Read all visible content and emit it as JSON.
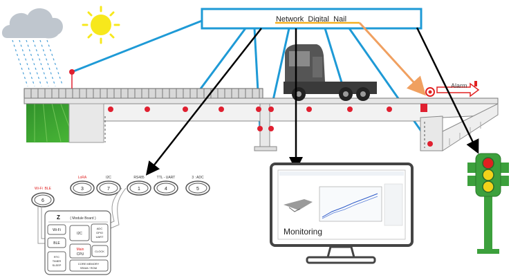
{
  "title": "Network  Digital  Nail",
  "alarm_label": "Alarm",
  "monitor_label": "Monitoring",
  "module_board": {
    "title": "( Module Board )",
    "z_glyph": "Z",
    "blocks": {
      "wifi": "Wi-Fi",
      "ble": "BLE",
      "rtc": [
        "RTC",
        "TIMER",
        "SLEEP"
      ],
      "i2c": "I2C",
      "adc": [
        "ADC",
        "GPIO",
        "UART"
      ],
      "cpu": [
        "Main",
        "CPU"
      ],
      "clock": "CLOCK",
      "core": [
        "CORE MEMORY",
        "SRAM / ROM"
      ]
    }
  },
  "interfaces": [
    {
      "label": "LoRA",
      "number": "3",
      "color": "#e02020"
    },
    {
      "label": "I2C",
      "number": "7",
      "color": "#333333"
    },
    {
      "label": "RS485",
      "number": "1",
      "color": "#333333"
    },
    {
      "label": "TTL - UART",
      "number": "4",
      "color": "#333333"
    },
    {
      "label": "3 : ADC",
      "number": "5",
      "color": "#333333"
    }
  ],
  "side_interface": {
    "label": "Wi-Fi  BLE",
    "number": "6",
    "color": "#e02020"
  },
  "colors": {
    "link": "#1e9ad6",
    "sensor": "#e02030",
    "arrow": "#000000",
    "alarm": "#e02020",
    "sun": "#f7e81c",
    "grass": "#2f9a2a",
    "light_red": "#e02020",
    "light_yellow": "#f2d21a",
    "light_green": "#3aa63a"
  }
}
